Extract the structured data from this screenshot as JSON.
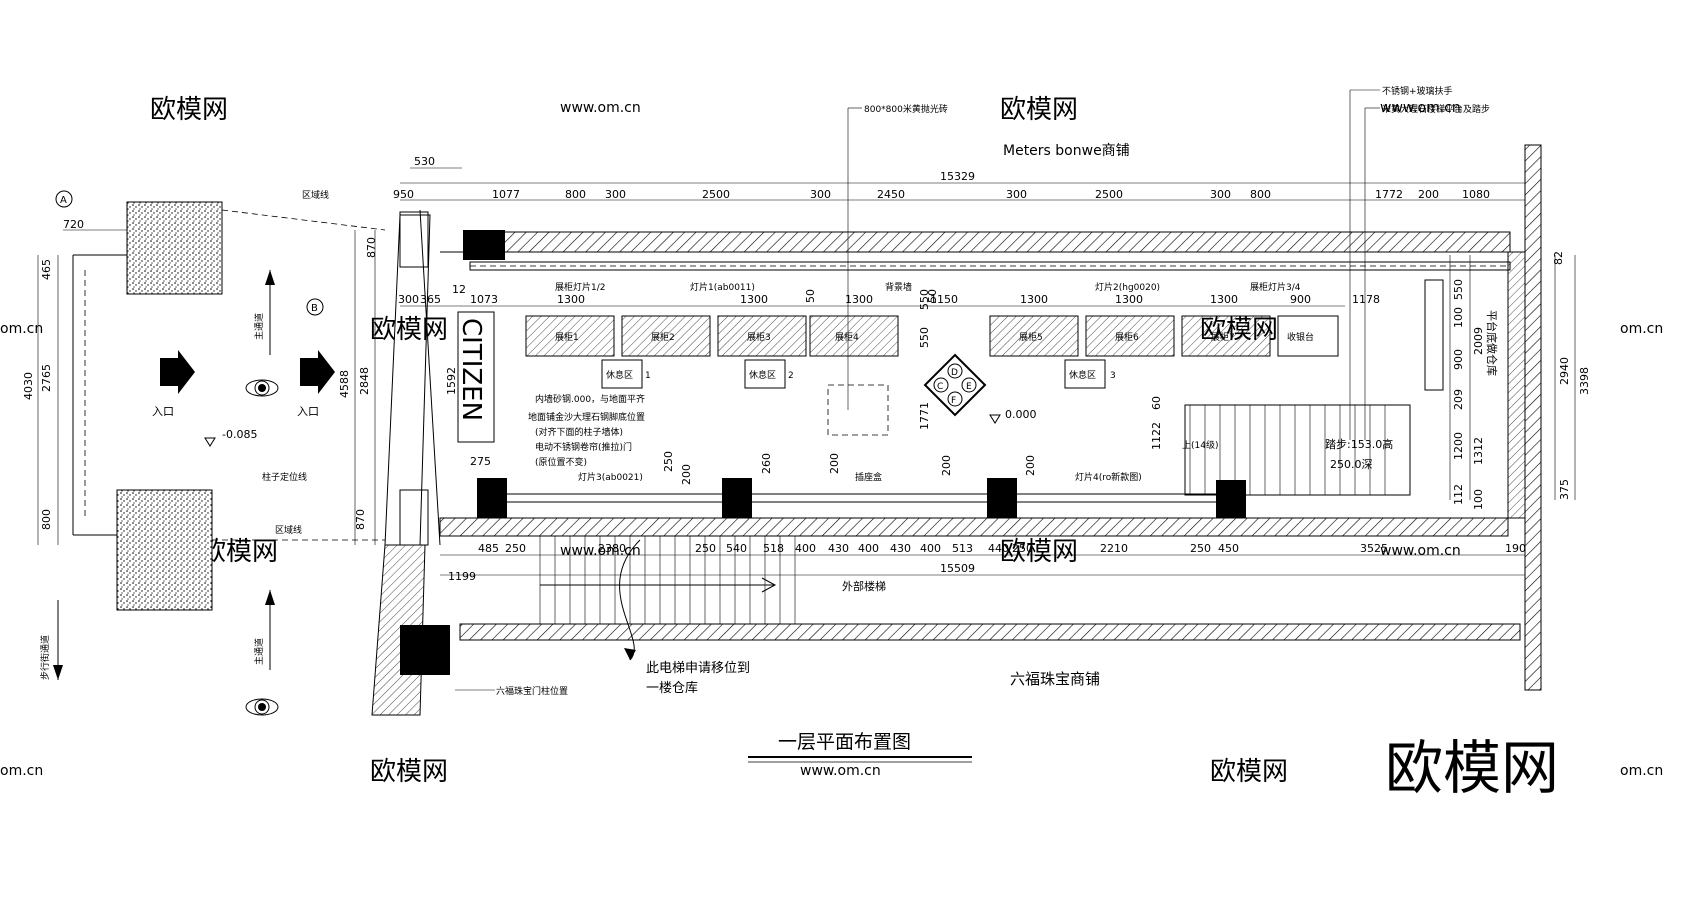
{
  "drawing_title": "一层平面布置图",
  "watermark_brand": "欧模网",
  "watermark_site": "www.om.cn",
  "watermark_site_short": "om.cn",
  "shops": {
    "top_neighbor": "Meters bonwe商铺",
    "bottom_neighbor": "六福珠宝商铺"
  },
  "callouts": {
    "floor_tile": "800*800米黄抛光砖",
    "handrail": "不锈钢+玻璃扶手",
    "marble_platform": "米黄大理石楼梯平台及踏步",
    "elevator_note_1": "此电梯申请移位到",
    "elevator_note_2": "一楼仓库",
    "lukfook_door": "六福珠宝门柱位置",
    "entry_note_1": "内墙砂钢.000，与地面平齐",
    "entry_note_2": "地面铺金沙大理石钢脚底位置",
    "entry_note_3": "(对齐下面的柱子墙体)",
    "entry_note_4": "电动不锈钢卷帘(推拉)门",
    "entry_note_5": "(原位置不变)",
    "zone_line_1": "区域线",
    "zone_line_2": "区域线",
    "column_line": "柱子定位线",
    "pedestrian": "步行街通道",
    "main_way_1": "主通道",
    "main_way_2": "主通道",
    "entrance_1": "入口",
    "entrance_2": "入口",
    "external_stair": "外部楼梯",
    "stair_up": "上(14级)",
    "tread_1": "踏步:153.0高",
    "tread_2": "250.0深",
    "platform_store": "平台底做仓库",
    "citizen_logo": "CITIZEN"
  },
  "fixtures": {
    "lights": [
      "展柜灯片1/2",
      "灯片1(ab0011)",
      "背景墙",
      "灯片2(hg0020)",
      "展柜灯片3/4",
      "灯片3(ab0021)",
      "灯片4(ro新款图)"
    ],
    "showcases": [
      "展柜1",
      "展柜2",
      "展柜3",
      "展柜4",
      "展柜5",
      "展柜6",
      "展柜7",
      "收银台"
    ],
    "rest_areas": [
      "休息区",
      "休息区",
      "休息区"
    ],
    "rest_numbers": [
      "1",
      "2",
      "3"
    ],
    "socket_box": "插座盒",
    "compass_letters": [
      "D",
      "C",
      "E",
      "F"
    ]
  },
  "levels": {
    "outside": "-0.085",
    "inside": "0.000"
  },
  "axes": {
    "a": "A",
    "b": "B"
  },
  "dimensions": {
    "top_total": "15329",
    "top_530": "530",
    "top_chain": [
      "950",
      "1077",
      "800",
      "300",
      "2500",
      "300",
      "2450",
      "300",
      "2500",
      "300",
      "800",
      "1772",
      "200",
      "1080"
    ],
    "row2": [
      "300",
      "365",
      "12",
      "1073",
      "1300",
      "50",
      "1300",
      "50",
      "1300",
      "1150",
      "1300",
      "1300",
      "1300",
      "900",
      "1178"
    ],
    "bottom_chain": [
      "485",
      "250",
      "2380",
      "250",
      "540",
      "518",
      "400",
      "430",
      "400",
      "430",
      "400",
      "513",
      "440",
      "250",
      "2210",
      "250",
      "450",
      "3525",
      "190"
    ],
    "bottom_total": "15509",
    "left_outer": [
      "720",
      "465",
      "4030",
      "2765",
      "800"
    ],
    "left_mid": [
      "4588",
      "2848",
      "870",
      "870"
    ],
    "right_chain": [
      "82",
      "550",
      "100",
      "2009",
      "900",
      "209",
      "1200",
      "1312",
      "112",
      "2940",
      "3398",
      "375",
      "100"
    ],
    "misc": [
      "1592",
      "275",
      "250",
      "200",
      "260",
      "200",
      "200",
      "200",
      "60",
      "1122",
      "1771",
      "550",
      "550",
      "1199"
    ]
  }
}
